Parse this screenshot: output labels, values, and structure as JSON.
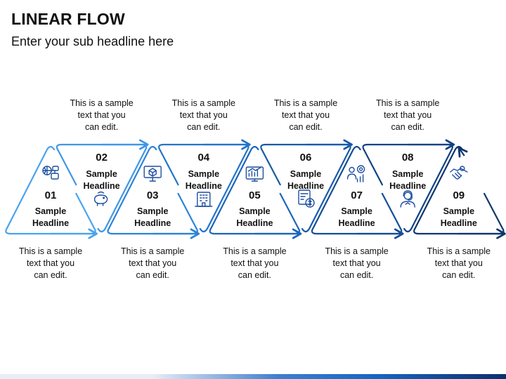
{
  "header": {
    "title": "LINEAR FLOW",
    "subtitle": "Enter your sub headline here"
  },
  "steps": [
    {
      "number": "01",
      "headline": [
        "Sample",
        "Headline"
      ],
      "caption": [
        "This is a sample",
        "text that you",
        "can edit."
      ],
      "icon": "network-icon",
      "color": "#4aa3ec"
    },
    {
      "number": "02",
      "headline": [
        "Sample",
        "Headline"
      ],
      "caption": [
        "This is a sample",
        "text that you",
        "can edit."
      ],
      "icon": "piggy-bank-icon",
      "color": "#3d97e6"
    },
    {
      "number": "03",
      "headline": [
        "Sample",
        "Headline"
      ],
      "caption": [
        "This is a sample",
        "text that you",
        "can edit."
      ],
      "icon": "monitor-cube-icon",
      "color": "#2d83d6"
    },
    {
      "number": "04",
      "headline": [
        "Sample",
        "Headline"
      ],
      "caption": [
        "This is a sample",
        "text that you",
        "can edit."
      ],
      "icon": "building-icon",
      "color": "#2374c9"
    },
    {
      "number": "05",
      "headline": [
        "Sample",
        "Headline"
      ],
      "caption": [
        "This is a sample",
        "text that you",
        "can edit."
      ],
      "icon": "chart-board-icon",
      "color": "#1c66ba"
    },
    {
      "number": "06",
      "headline": [
        "Sample",
        "Headline"
      ],
      "caption": [
        "This is a sample",
        "text that you",
        "can edit."
      ],
      "icon": "finance-report-icon",
      "color": "#185aa8"
    },
    {
      "number": "07",
      "headline": [
        "Sample",
        "Headline"
      ],
      "caption": [
        "This is a sample",
        "text that you",
        "can edit."
      ],
      "icon": "person-growth-icon",
      "color": "#144e96"
    },
    {
      "number": "08",
      "headline": [
        "Sample",
        "Headline"
      ],
      "caption": [
        "This is a sample",
        "text that you",
        "can edit."
      ],
      "icon": "support-agent-icon",
      "color": "#114283"
    },
    {
      "number": "09",
      "headline": [
        "Sample",
        "Headline"
      ],
      "caption": [
        "This is a sample",
        "text that you",
        "can edit."
      ],
      "icon": "handshake-icon",
      "color": "#0e3670"
    }
  ]
}
